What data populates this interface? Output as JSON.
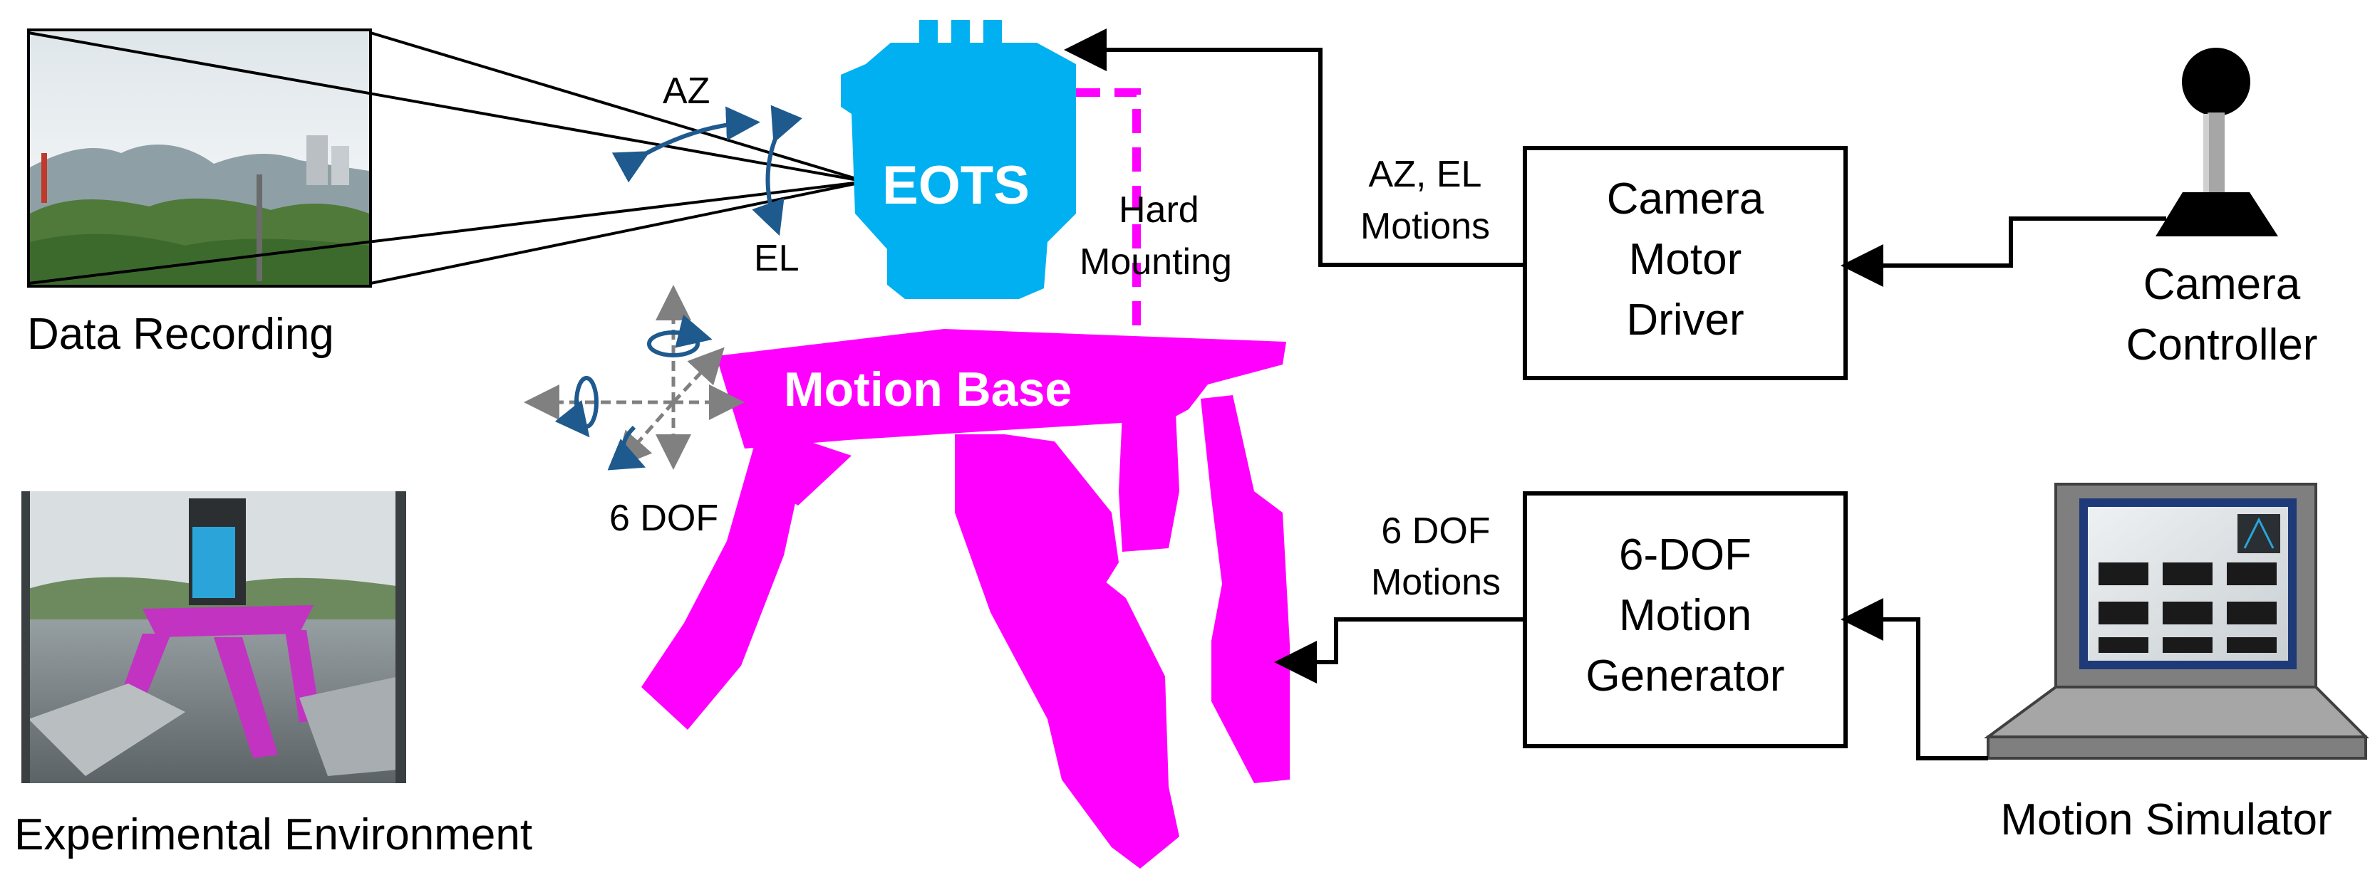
{
  "labels": {
    "data_recording": "Data Recording",
    "experimental_environment": "Experimental Environment",
    "az": "AZ",
    "el": "EL",
    "eots": "EOTS",
    "hard_mounting_1": "Hard",
    "hard_mounting_2": "Mounting",
    "motion_base": "Motion Base",
    "six_dof": "6 DOF",
    "az_el_motions_1": "AZ, EL",
    "az_el_motions_2": "Motions",
    "six_dof_motions_1": "6 DOF",
    "six_dof_motions_2": "Motions",
    "camera_motor_driver_1": "Camera",
    "camera_motor_driver_2": "Motor",
    "camera_motor_driver_3": "Driver",
    "motion_generator_1": "6-DOF",
    "motion_generator_2": "Motion",
    "motion_generator_3": "Generator",
    "camera_controller_1": "Camera",
    "camera_controller_2": "Controller",
    "motion_simulator": "Motion Simulator"
  },
  "colors": {
    "eots": "#00b0f0",
    "motion_base": "#ff00ff",
    "rotation_arrows": "#1f5a8f",
    "axis_arrows": "#808080",
    "lines": "#000000"
  }
}
